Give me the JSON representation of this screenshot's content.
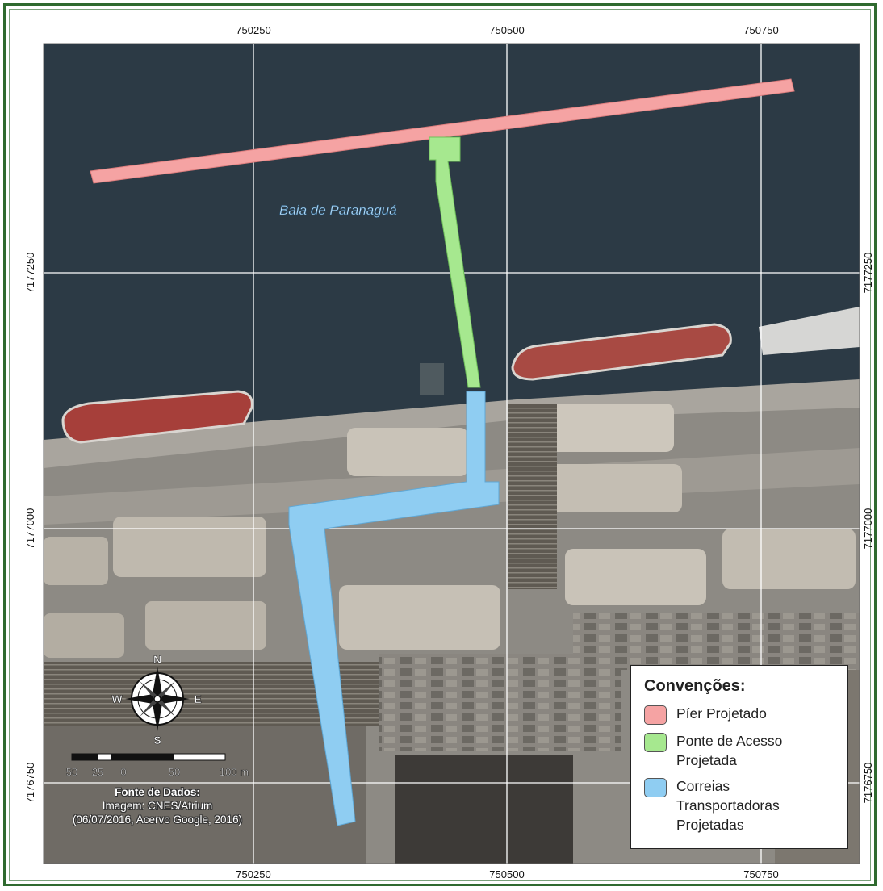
{
  "map": {
    "x_ticks": [
      "750250",
      "750500",
      "750750"
    ],
    "y_ticks": [
      "7177250",
      "7177000",
      "7176750"
    ],
    "water_label": "Baia de Paranaguá"
  },
  "legend": {
    "title": "Convenções:",
    "items": [
      {
        "label": "Píer Projetado",
        "color": "#f5a3a3"
      },
      {
        "label": "Ponte de Acesso\nProjetada",
        "color": "#a6e88f"
      },
      {
        "label": "Correias\nTransportadoras\nProjetadas",
        "color": "#8fcdf2"
      }
    ]
  },
  "compass": {
    "n": "N",
    "s": "S",
    "e": "E",
    "w": "W"
  },
  "scale_bar": {
    "labels": [
      "50",
      "25",
      "0",
      "50",
      "100 m"
    ]
  },
  "source": {
    "title": "Fonte de Dados:",
    "line1": "Imagem: CNES/Atrium",
    "line2": "(06/07/2016, Acervo Google, 2016)"
  }
}
